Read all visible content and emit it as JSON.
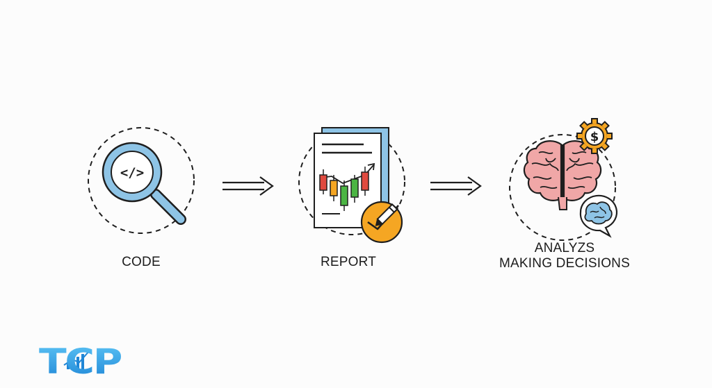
{
  "steps": [
    {
      "label": "CODE",
      "icon": "magnifier-code-icon"
    },
    {
      "label": "REPORT",
      "icon": "report-chart-icon"
    },
    {
      "label_line1": "ANALYZS",
      "label_line2": "MAKING DECISIONS",
      "icon": "brain-decision-icon"
    }
  ],
  "flow_arrows": [
    "double-arrow-right-icon",
    "double-arrow-right-icon"
  ],
  "logo": {
    "text": "TCP",
    "icon": "tcp-logo-icon"
  },
  "colors": {
    "outline": "#1e1e1e",
    "blue": "#8ec4e6",
    "blue_dark": "#2a7fc0",
    "logo_blue": "#3aa8e8",
    "brain_pink": "#f0a7a7",
    "orange": "#f5a623",
    "candle_red": "#e04a3f",
    "candle_green": "#4bb543"
  }
}
